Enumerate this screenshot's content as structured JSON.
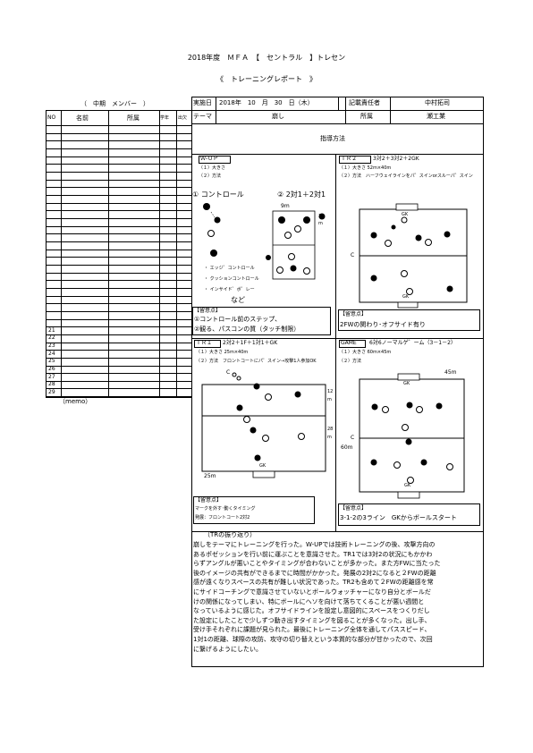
{
  "header": {
    "title_line": "2018年度　ＭＦＡ　【　セントラル　】トレセン",
    "subtitle": "《　トレーニングレポート　》"
  },
  "members": {
    "caption": "（　中期　メンバー　）",
    "col_no": "NO",
    "col_name": "名前",
    "col_affil": "所属",
    "col_grade": "学年",
    "col_att": "出欠",
    "row_numbers": [
      "21",
      "22",
      "23",
      "24",
      "25",
      "26",
      "27",
      "28",
      "29"
    ],
    "memo_label": "（memo）"
  },
  "info": {
    "date_label": "実施日",
    "date_value": "2018年　10　月　30　日（木）",
    "recorder_label": "記載責任者",
    "recorder_value": "中村拓司",
    "theme_label": "テーマ",
    "theme_value": "崩し",
    "affil_label": "所属",
    "affil_value": "瀬工業",
    "method_label": "指導方法"
  },
  "wup": {
    "label": "Ｗ-ＵＰ",
    "size_line": "（１）大きさ",
    "method_line": "（２）方法",
    "item1": "① コントロール",
    "item2": "② 2対1＋2対1",
    "dim_9m": "9m",
    "dim_18m": "18\nm",
    "list1": "・ エッジ゛コントロール",
    "list2": "・ クッションコントロール",
    "list3": "・ インサイド゛ボ゛レー",
    "list4": "など",
    "notes_label": "【留意点】",
    "note1": "①コントロール前のステップ、",
    "note2": "②観る、パスコンの質（タッチ制限）"
  },
  "tr2": {
    "label": "ＴＲ２",
    "name": "3対2＋3対2＋2GK",
    "size_line": "（１）大きさ 52m×40m",
    "method_line": "（２）方法　ハーフウェイラインをパ゛スインorスルーパ゛スイン",
    "gk_top": "GK",
    "gk_bottom": "GK",
    "c_label": "C",
    "notes_label": "【留意点】",
    "note1": "2FWの関わり･オフサイド有り"
  },
  "tr1": {
    "label": "ＴＲ１",
    "name": "2対2＋1F＋1対1＋GK",
    "size_line": "（１）大きさ 25m×40m",
    "method_line": "（２）方法　フロントコートにパ゛スイン→攻撃1人参加OK",
    "c_label": "C",
    "dim_12m": "12\nm",
    "dim_28m": "28\nm",
    "dim_25m": "25m",
    "gk": "GK",
    "notes_label": "【留意点】",
    "note1": "マークを外す･動くタイミング",
    "note2": "発展：フロントコート2対2"
  },
  "game": {
    "label": "GAME",
    "name": "6対6ノーマルゲ゛ーム（3－1－2）",
    "size_line": "（１）大きさ 60m×45m",
    "method_line": "（２）方法",
    "dim_45m": "45m",
    "dim_60m": "60m",
    "gk_top": "GK",
    "gk_bottom": "GK",
    "c_label": "C",
    "notes_label": "【留意点】",
    "note1": "3-1-2の3ライン　GKからボールスタート"
  },
  "review": {
    "label": "（TRの振り返り）",
    "text": "崩しをテーマにトレーニングを行った。W-UPでは技術トレーニングの後、攻撃方向の\nあるポゼッションを行い前に運ぶことを意識させた。TR1では3対2の状況にもかかわ\nらずアングルが悪いことやタイミングが合わないことが多かった。また方FWに当たった\n後のイメージの共有ができるまでに時間がかかった。発展の2対2になると２FWの距離\n感が遠くなりスペースの共有が難しい状況であった。TR2も含めて２FWの距離感を常\nにサイドコーチングで意識させていないとボールウォッチャーになり自分とボールだ\nけの関係になってしまい、特にボールにヘソを向けて落ちてくることが悪い週間と\nなっているように感じた。オフサイドラインを設定し意図的にスペースをつくりだし\nた設定にしたことで少しずつ動き出すタイミングを図ることが多くなった。出し手、\n受け手それぞれに課題が見られた。最後にトレーニング全体を通してパススピード、\n1対1の距離、球際の攻防、攻守の切り替えという本質的な部分が甘かったので、次回\nに繋げるようにしたい。"
  }
}
